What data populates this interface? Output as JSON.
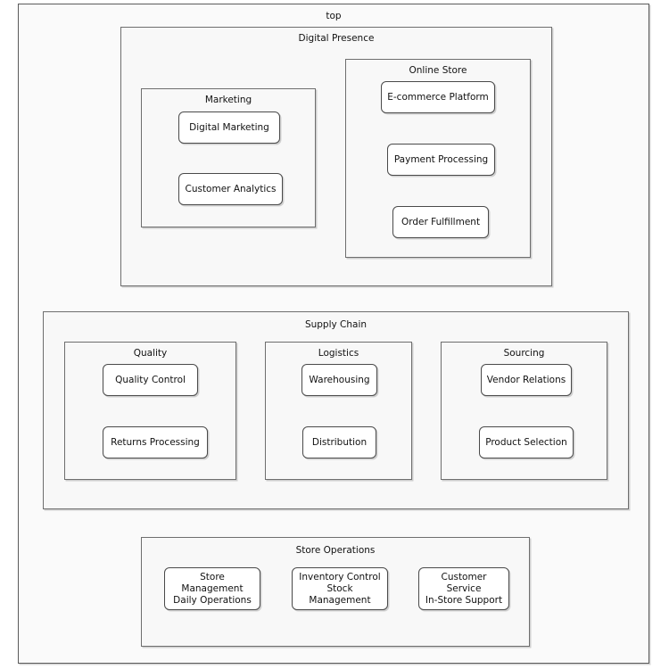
{
  "diagram": {
    "type": "nested-hierarchy",
    "background_color": "#ffffff",
    "cluster_fill": "#f9f9f9",
    "cluster_border_color": "#6e6e6e",
    "node_fill": "#ffffff",
    "node_border_color": "#4a4a4a",
    "root": {
      "title": "top"
    },
    "clusters": {
      "digital_presence": {
        "title": "Digital Presence"
      },
      "marketing": {
        "title": "Marketing"
      },
      "online_store": {
        "title": "Online Store"
      },
      "supply_chain": {
        "title": "Supply Chain"
      },
      "quality": {
        "title": "Quality"
      },
      "logistics": {
        "title": "Logistics"
      },
      "sourcing": {
        "title": "Sourcing"
      },
      "store_operations": {
        "title": "Store Operations"
      }
    },
    "nodes": {
      "digital_marketing": "Digital Marketing",
      "customer_analytics": "Customer Analytics",
      "ecommerce_platform": "E-commerce Platform",
      "payment_processing": "Payment Processing",
      "order_fulfillment": "Order Fulfillment",
      "quality_control": "Quality Control",
      "returns_processing": "Returns Processing",
      "warehousing": "Warehousing",
      "distribution": "Distribution",
      "vendor_relations": "Vendor Relations",
      "product_selection": "Product Selection",
      "store_management": "Store Management\nDaily Operations",
      "inventory_control": "Inventory Control\nStock Management",
      "customer_service": "Customer Service\nIn-Store Support"
    }
  }
}
